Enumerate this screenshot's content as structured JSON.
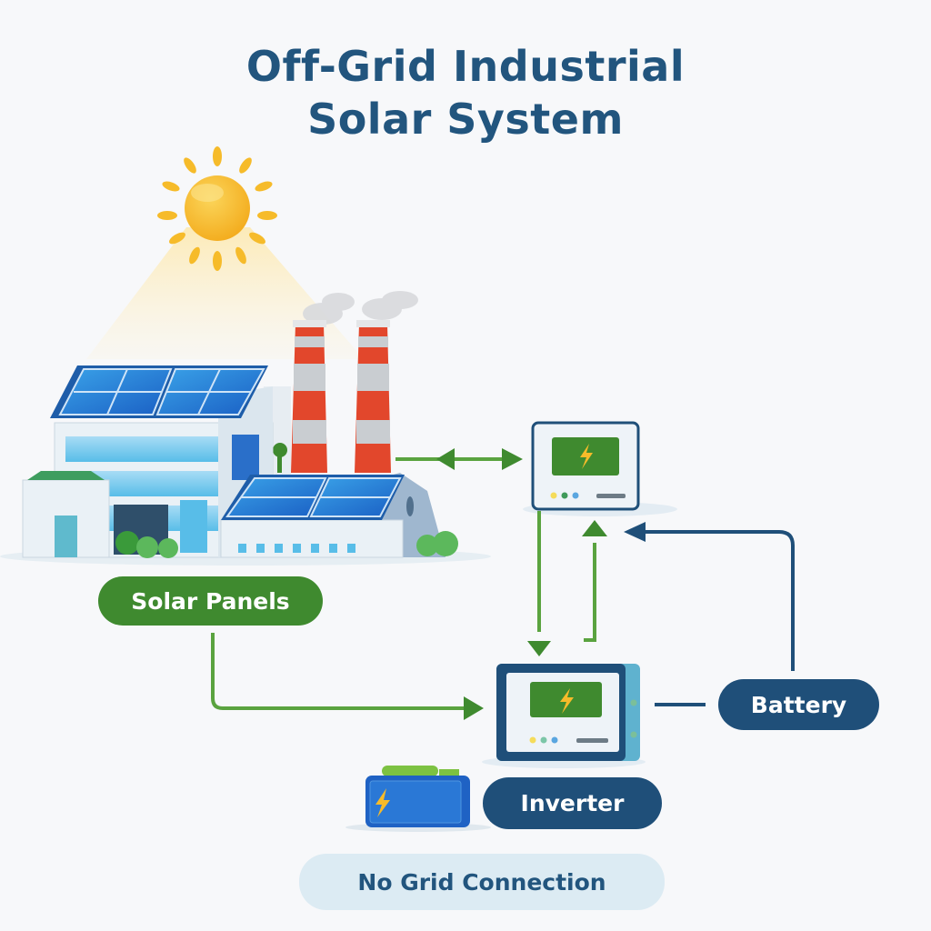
{
  "title": {
    "line1": "Off-Grid Industrial",
    "line2": "Solar System"
  },
  "labels": {
    "solar_panels": "Solar Panels",
    "battery": "Battery",
    "inverter": "Inverter",
    "no_grid": "No Grid Connection"
  },
  "icons": {
    "sun": "sun-icon",
    "factory": "factory-icon",
    "charge_controller": "charge-controller-icon",
    "inverter_device": "inverter-device-icon",
    "battery_pack": "battery-icon",
    "bolt": "lightning-bolt-icon"
  },
  "colors": {
    "title": "#22557e",
    "green": "#3f8a2f",
    "navy": "#1f4f79",
    "sun": "#f5b323",
    "light_badge": "#dcebf3",
    "chimney_red": "#e2472c"
  }
}
